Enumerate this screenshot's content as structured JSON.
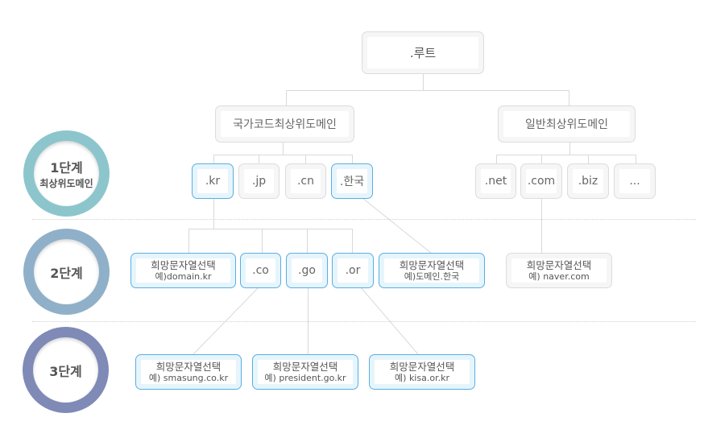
{
  "stages": [
    {
      "label": "1단계",
      "sub": "최상위도메인",
      "color": "#8cc6cc"
    },
    {
      "label": "2단계",
      "color": "#8fb0c8"
    },
    {
      "label": "3단계",
      "color": "#7f8ab6"
    }
  ],
  "colors": {
    "highlight_border": "#5aaee0",
    "normal_border": "#dcdcdc",
    "line": "#d9d9d9"
  },
  "root": {
    "label": ".루트"
  },
  "tld_groups": {
    "country": {
      "label": "국가코드최상위도메인"
    },
    "generic": {
      "label": "일반최상위도메인"
    }
  },
  "country_tlds": [
    {
      "label": ".kr",
      "highlight": true
    },
    {
      "label": ".jp",
      "highlight": false
    },
    {
      "label": ".cn",
      "highlight": false
    },
    {
      "label": ".한국",
      "highlight": true
    }
  ],
  "generic_tlds": [
    {
      "label": ".net"
    },
    {
      "label": ".com"
    },
    {
      "label": ".biz"
    },
    {
      "label": "..."
    }
  ],
  "second_level": {
    "kr_choice": {
      "title": "희망문자열선택",
      "example": "예)domain.kr"
    },
    "co": {
      "label": ".co"
    },
    "go": {
      "label": ".go"
    },
    "or": {
      "label": ".or"
    },
    "hangul_choice": {
      "title": "희망문자열선택",
      "example": "예)도메인.한국"
    },
    "com_choice": {
      "title": "희망문자열선택",
      "example": "예) naver.com"
    }
  },
  "third_level": [
    {
      "title": "희망문자열선택",
      "example": "예) smasung.co.kr"
    },
    {
      "title": "희망문자열선택",
      "example": "예) president.go.kr"
    },
    {
      "title": "희망문자열선택",
      "example": "예) kisa.or.kr"
    }
  ]
}
